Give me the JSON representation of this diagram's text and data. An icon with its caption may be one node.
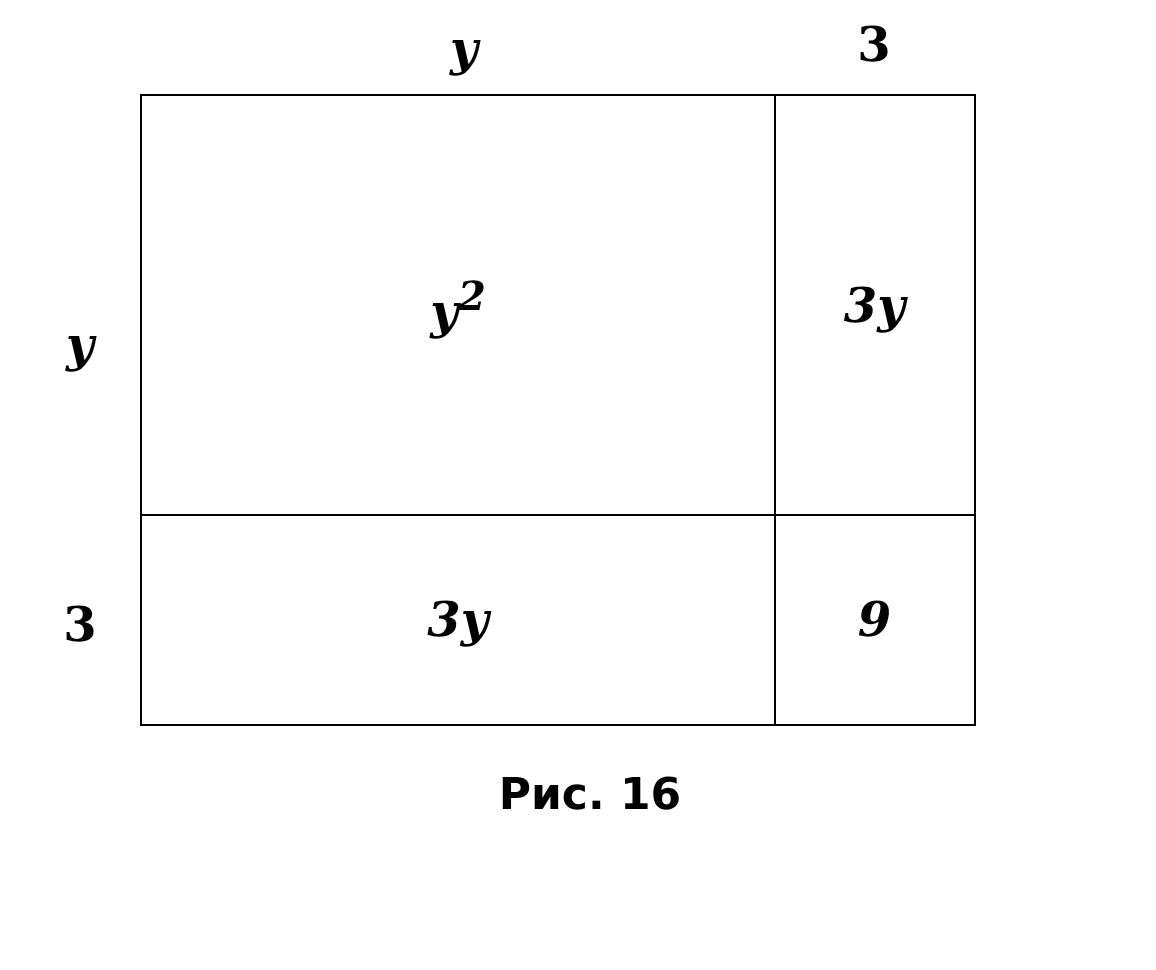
{
  "diagram": {
    "caption": "Рис. 16",
    "nodes": [
      {
        "text": [
          "y$^{2}$"
        ]
      },
      {
        "text": [
          "3y"
        ]
      },
      {
        "text": [
          "3y"
        ]
      },
      {
        "text": [
          "9"
        ]
      }
    ],
    "labels": [
      "y",
      "3",
      "y",
      "3"
    ]
  }
}
